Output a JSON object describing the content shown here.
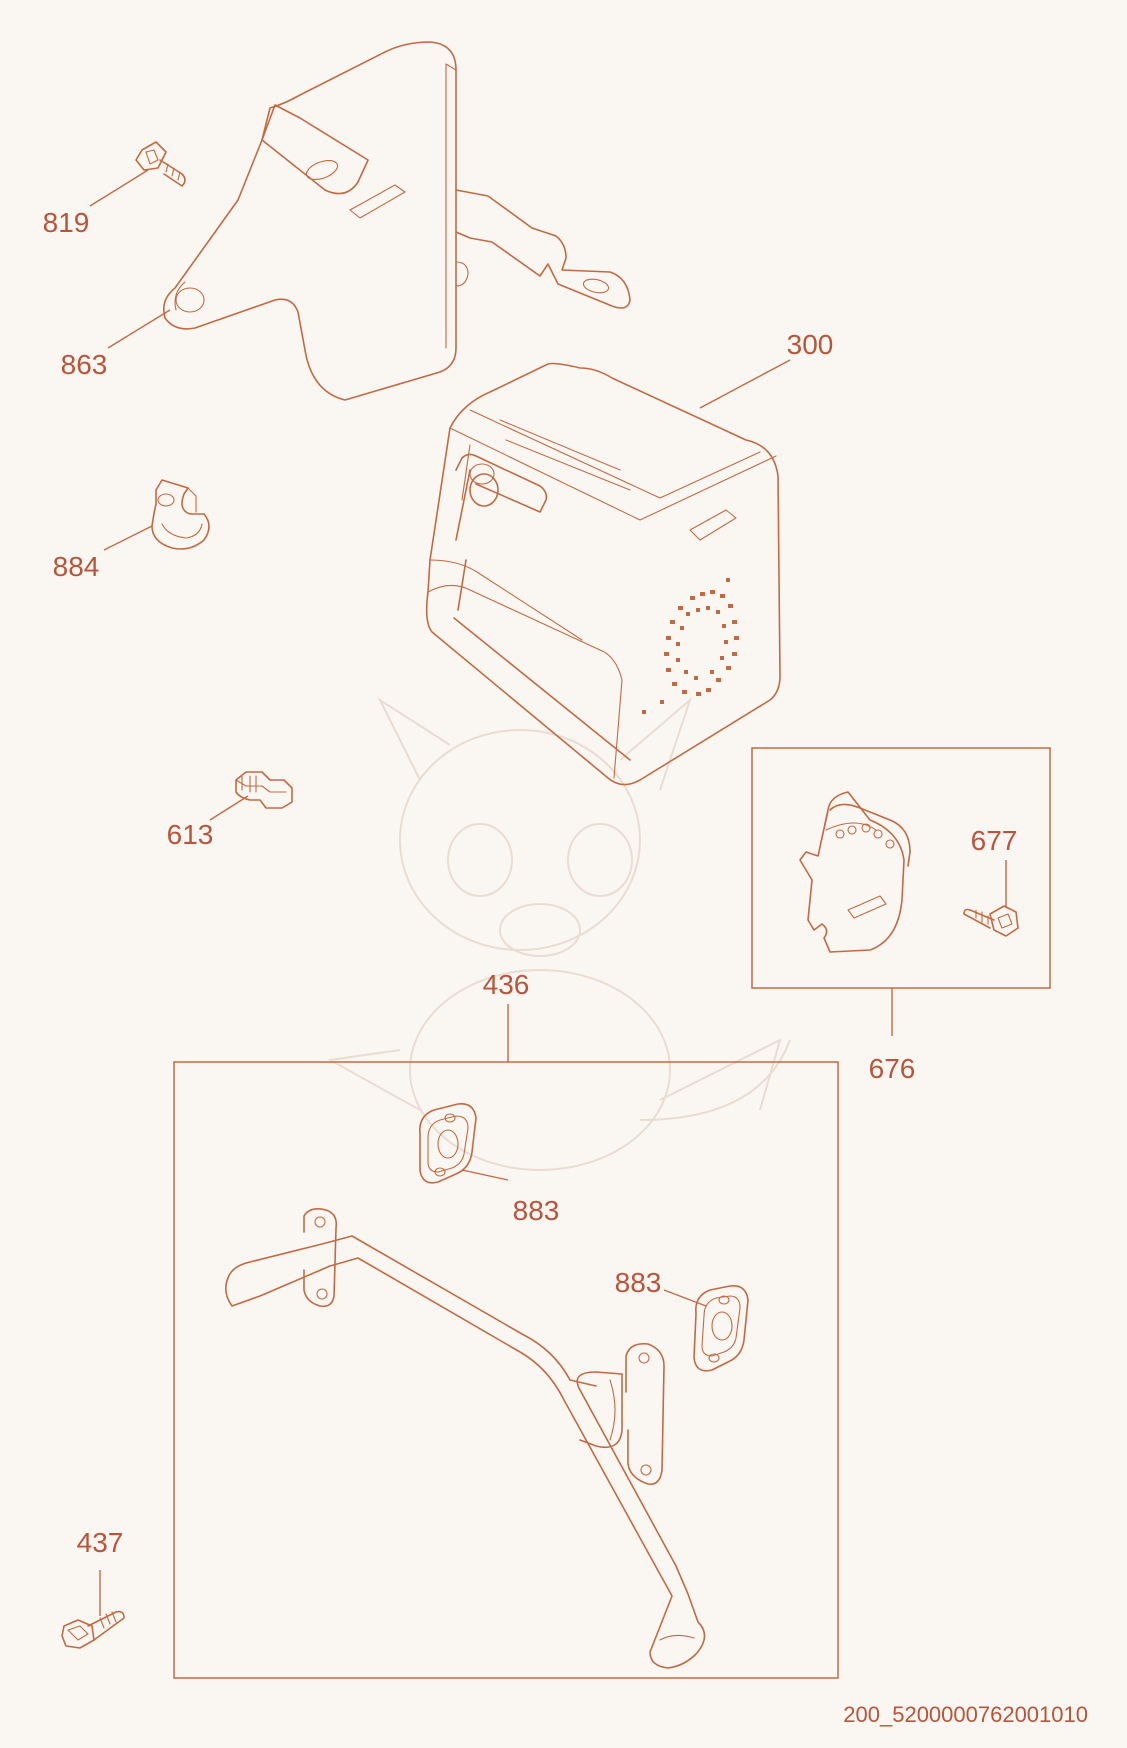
{
  "labels": {
    "p819": "819",
    "p863": "863",
    "p300": "300",
    "p884": "884",
    "p613": "613",
    "p677": "677",
    "p676": "676",
    "p436": "436",
    "p883a": "883",
    "p883b": "883",
    "p437": "437"
  },
  "drawing_code": "200_5200000762001010",
  "colors": {
    "line": "#c46a42",
    "text": "#b8553a",
    "background": "#faf6f2"
  }
}
